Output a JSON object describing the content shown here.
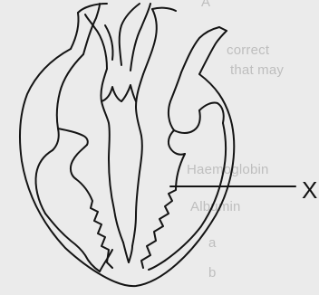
{
  "background_text": {
    "line1": "A",
    "line2": "correct",
    "line3": "that may",
    "line4": "Haemoglobin",
    "line5": "Albumin",
    "line6": "a",
    "line7": "b"
  },
  "diagram": {
    "label": "X"
  }
}
